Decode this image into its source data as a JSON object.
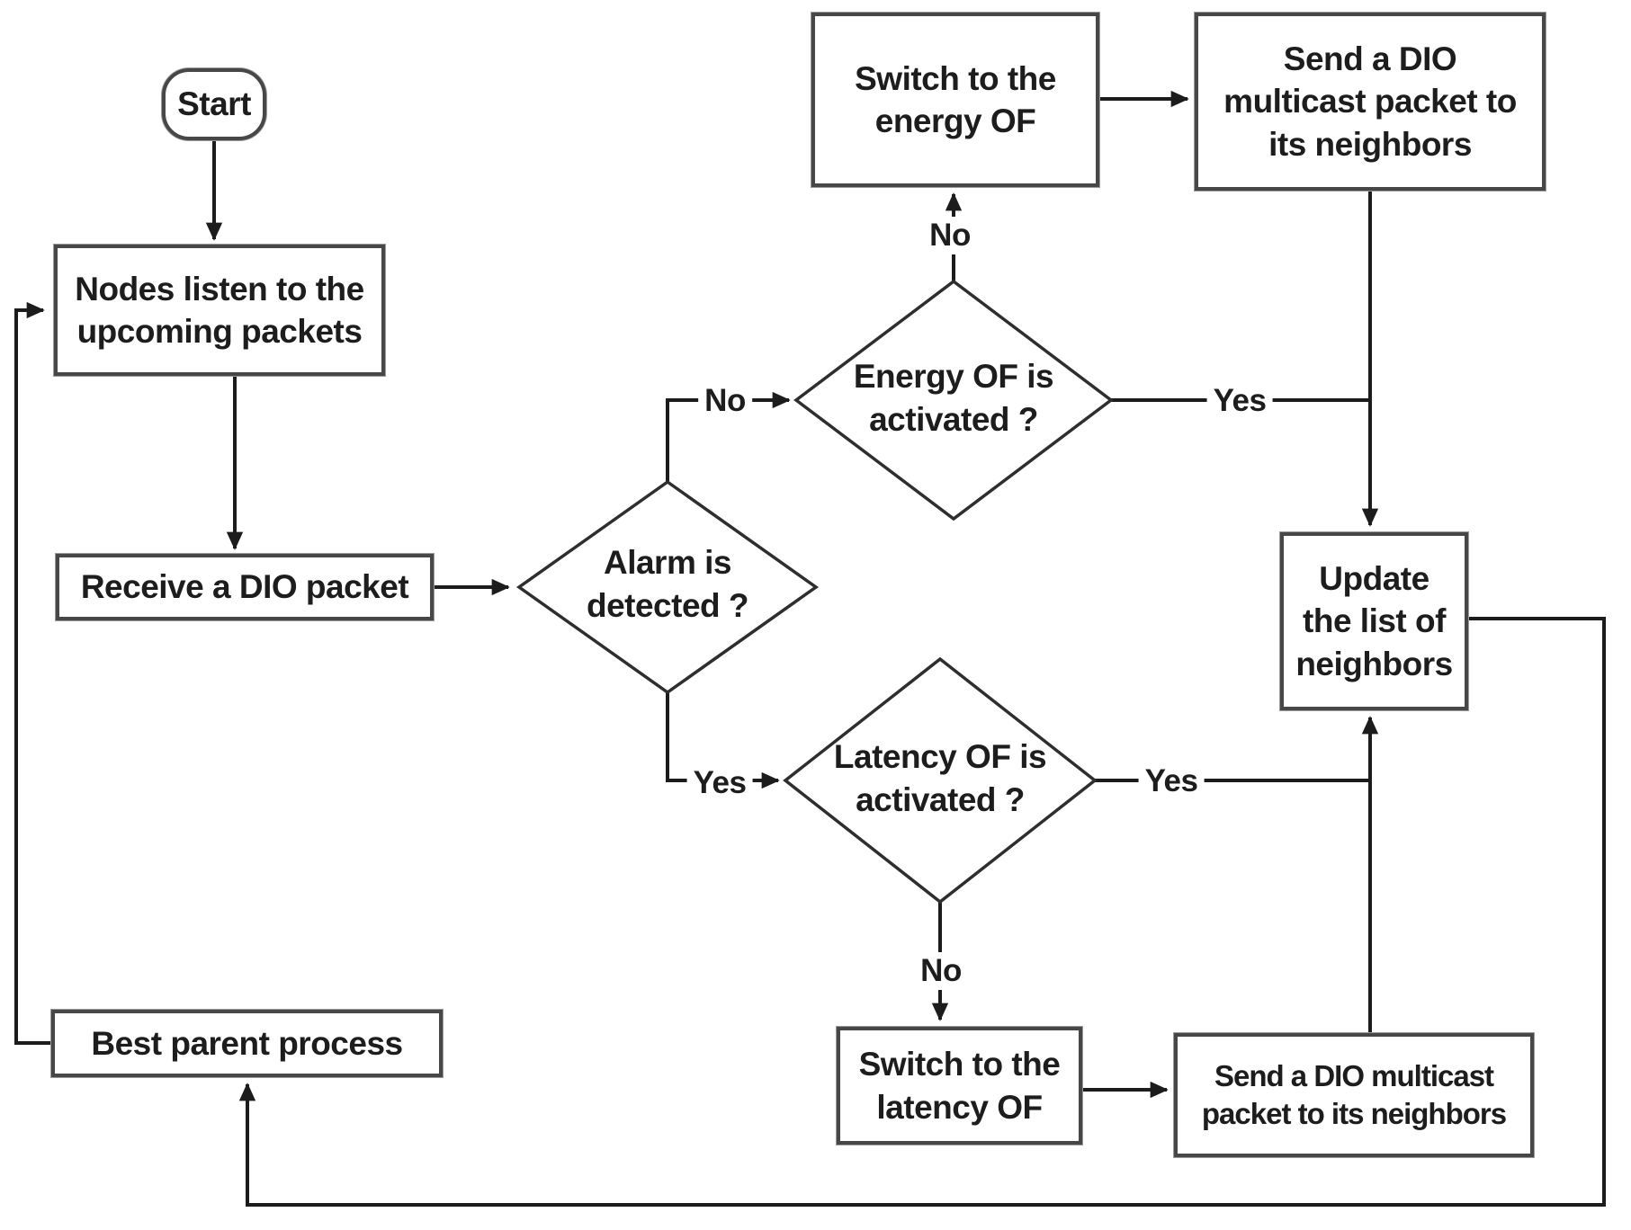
{
  "nodes": {
    "start": {
      "label": "Start"
    },
    "nodes_listen": {
      "lines": [
        "Nodes listen to the",
        "upcoming packets"
      ]
    },
    "receive_dio": {
      "label": "Receive a DIO packet"
    },
    "alarm": {
      "lines": [
        "Alarm is",
        "detected ?"
      ]
    },
    "energy": {
      "lines": [
        "Energy OF is",
        "activated ?"
      ]
    },
    "latency": {
      "lines": [
        "Latency OF is",
        "activated ?"
      ]
    },
    "switch_energy": {
      "lines": [
        "Switch to the",
        "energy OF"
      ]
    },
    "send_dio_top": {
      "lines": [
        "Send a DIO",
        "multicast packet to",
        "its neighbors"
      ]
    },
    "update": {
      "lines": [
        "Update",
        "the list of",
        "neighbors"
      ]
    },
    "switch_latency": {
      "lines": [
        "Switch to the",
        "latency OF"
      ]
    },
    "send_dio_bottom": {
      "lines": [
        "Send a DIO multicast",
        "packet to its neighbors"
      ]
    },
    "best_parent": {
      "label": "Best parent process"
    }
  },
  "edge_labels": {
    "alarm_no": "No",
    "alarm_yes": "Yes",
    "energy_no": "No",
    "energy_yes": "Yes",
    "latency_no": "No",
    "latency_yes": "Yes"
  },
  "colors": {
    "background": "#ffffff",
    "line": "#1c1c1c",
    "box_border": "#474747",
    "text": "#1d1d1d"
  }
}
